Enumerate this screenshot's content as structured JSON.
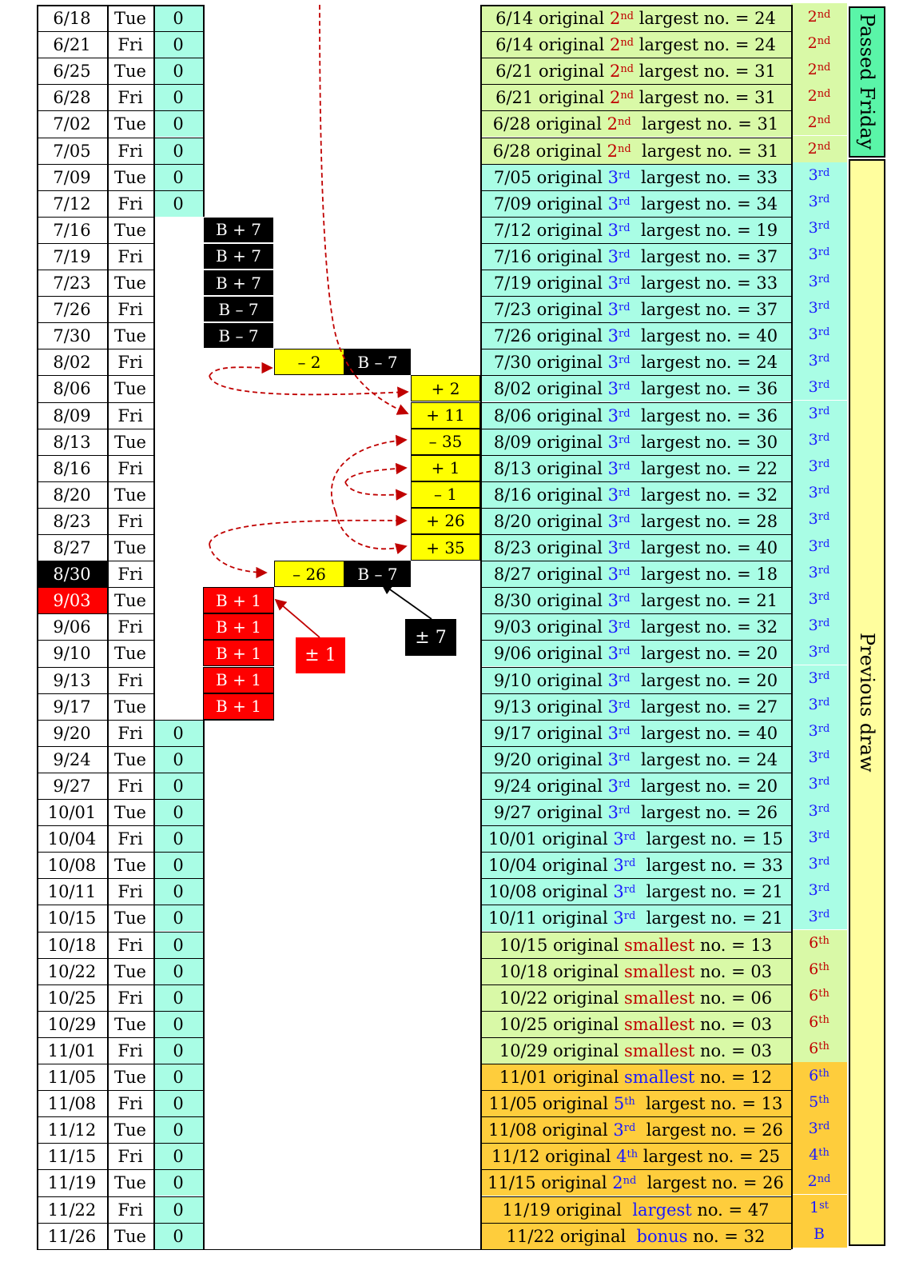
{
  "rows": [
    {
      "date": "6/18",
      "day": "Tue",
      "zero": "0",
      "desc": {
        "pre": "6/14 original ",
        "ord": "2",
        "sup": "nd",
        "mid": " largest no. = ",
        "num": "24"
      },
      "rank": "2",
      "rsup": "nd"
    },
    {
      "date": "6/21",
      "day": "Fri",
      "zero": "0",
      "desc": {
        "pre": "6/14 original ",
        "ord": "2",
        "sup": "nd",
        "mid": " largest no. = ",
        "num": "24"
      },
      "rank": "2",
      "rsup": "nd"
    },
    {
      "date": "6/25",
      "day": "Tue",
      "zero": "0",
      "desc": {
        "pre": "6/21 original ",
        "ord": "2",
        "sup": "nd",
        "mid": " largest no. = ",
        "num": "31"
      },
      "rank": "2",
      "rsup": "nd"
    },
    {
      "date": "6/28",
      "day": "Fri",
      "zero": "0",
      "desc": {
        "pre": "6/21 original ",
        "ord": "2",
        "sup": "nd",
        "mid": " largest no. = ",
        "num": "31"
      },
      "rank": "2",
      "rsup": "nd"
    },
    {
      "date": "7/02",
      "day": "Tue",
      "zero": "0",
      "desc": {
        "pre": "6/28 original ",
        "ord": "2",
        "sup": "nd",
        "mid": "  largest no. = ",
        "num": "31"
      },
      "rank": "2",
      "rsup": "nd"
    },
    {
      "date": "7/05",
      "day": "Fri",
      "zero": "0",
      "desc": {
        "pre": "6/28 original ",
        "ord": "2",
        "sup": "nd",
        "mid": "  largest no. = ",
        "num": "31"
      },
      "rank": "2",
      "rsup": "nd"
    },
    {
      "date": "7/09",
      "day": "Tue",
      "zero": "0",
      "desc": {
        "pre": "7/05 original ",
        "ord": "3",
        "sup": "rd",
        "mid": "  largest no. = ",
        "num": "33"
      },
      "rank": "3",
      "rsup": "rd"
    },
    {
      "date": "7/12",
      "day": "Fri",
      "zero": "0",
      "desc": {
        "pre": "7/09 original ",
        "ord": "3",
        "sup": "rd",
        "mid": "  largest no. = ",
        "num": "34"
      },
      "rank": "3",
      "rsup": "rd"
    },
    {
      "date": "7/16",
      "day": "Tue",
      "zero": "",
      "desc": {
        "pre": "7/12 original ",
        "ord": "3",
        "sup": "rd",
        "mid": "  largest no. = ",
        "num": "19"
      },
      "rank": "3",
      "rsup": "rd"
    },
    {
      "date": "7/19",
      "day": "Fri",
      "zero": "",
      "desc": {
        "pre": "7/16 original ",
        "ord": "3",
        "sup": "rd",
        "mid": "  largest no. = ",
        "num": "37"
      },
      "rank": "3",
      "rsup": "rd"
    },
    {
      "date": "7/23",
      "day": "Tue",
      "zero": "",
      "desc": {
        "pre": "7/19 original ",
        "ord": "3",
        "sup": "rd",
        "mid": "  largest no. = ",
        "num": "33"
      },
      "rank": "3",
      "rsup": "rd"
    },
    {
      "date": "7/26",
      "day": "Fri",
      "zero": "",
      "desc": {
        "pre": "7/23 original ",
        "ord": "3",
        "sup": "rd",
        "mid": "  largest no. = ",
        "num": "37"
      },
      "rank": "3",
      "rsup": "rd"
    },
    {
      "date": "7/30",
      "day": "Tue",
      "zero": "",
      "desc": {
        "pre": "7/26 original ",
        "ord": "3",
        "sup": "rd",
        "mid": "  largest no. = ",
        "num": "40"
      },
      "rank": "3",
      "rsup": "rd"
    },
    {
      "date": "8/02",
      "day": "Fri",
      "zero": "",
      "desc": {
        "pre": "7/30 original ",
        "ord": "3",
        "sup": "rd",
        "mid": "  largest no. = ",
        "num": "24"
      },
      "rank": "3",
      "rsup": "rd"
    },
    {
      "date": "8/06",
      "day": "Tue",
      "zero": "",
      "desc": {
        "pre": "8/02 original ",
        "ord": "3",
        "sup": "rd",
        "mid": "  largest no. = ",
        "num": "36"
      },
      "rank": "3",
      "rsup": "rd"
    },
    {
      "date": "8/09",
      "day": "Fri",
      "zero": "",
      "desc": {
        "pre": "8/06 original ",
        "ord": "3",
        "sup": "rd",
        "mid": "  largest no. = ",
        "num": "36"
      },
      "rank": "3",
      "rsup": "rd"
    },
    {
      "date": "8/13",
      "day": "Tue",
      "zero": "",
      "desc": {
        "pre": "8/09 original ",
        "ord": "3",
        "sup": "rd",
        "mid": "  largest no. = ",
        "num": "30"
      },
      "rank": "3",
      "rsup": "rd"
    },
    {
      "date": "8/16",
      "day": "Fri",
      "zero": "",
      "desc": {
        "pre": "8/13 original ",
        "ord": "3",
        "sup": "rd",
        "mid": "  largest no. = ",
        "num": "22"
      },
      "rank": "3",
      "rsup": "rd"
    },
    {
      "date": "8/20",
      "day": "Tue",
      "zero": "",
      "desc": {
        "pre": "8/16 original ",
        "ord": "3",
        "sup": "rd",
        "mid": "  largest no. = ",
        "num": "32"
      },
      "rank": "3",
      "rsup": "rd"
    },
    {
      "date": "8/23",
      "day": "Fri",
      "zero": "",
      "desc": {
        "pre": "8/20 original ",
        "ord": "3",
        "sup": "rd",
        "mid": "  largest no. = ",
        "num": "28"
      },
      "rank": "3",
      "rsup": "rd"
    },
    {
      "date": "8/27",
      "day": "Tue",
      "zero": "",
      "desc": {
        "pre": "8/23 original ",
        "ord": "3",
        "sup": "rd",
        "mid": "  largest no. = ",
        "num": "40"
      },
      "rank": "3",
      "rsup": "rd"
    },
    {
      "date": "8/30",
      "day": "Fri",
      "zero": "",
      "desc": {
        "pre": "8/27 original ",
        "ord": "3",
        "sup": "rd",
        "mid": "  largest no. = ",
        "num": "18"
      },
      "rank": "3",
      "rsup": "rd"
    },
    {
      "date": "9/03",
      "day": "Tue",
      "zero": "",
      "desc": {
        "pre": "8/30 original ",
        "ord": "3",
        "sup": "rd",
        "mid": "  largest no. = ",
        "num": "21"
      },
      "rank": "3",
      "rsup": "rd"
    },
    {
      "date": "9/06",
      "day": "Fri",
      "zero": "",
      "desc": {
        "pre": "9/03 original ",
        "ord": "3",
        "sup": "rd",
        "mid": "  largest no. = ",
        "num": "32"
      },
      "rank": "3",
      "rsup": "rd"
    },
    {
      "date": "9/10",
      "day": "Tue",
      "zero": "",
      "desc": {
        "pre": "9/06 original ",
        "ord": "3",
        "sup": "rd",
        "mid": "  largest no. = ",
        "num": "20"
      },
      "rank": "3",
      "rsup": "rd"
    },
    {
      "date": "9/13",
      "day": "Fri",
      "zero": "",
      "desc": {
        "pre": "9/10 original ",
        "ord": "3",
        "sup": "rd",
        "mid": "  largest no. = ",
        "num": "20"
      },
      "rank": "3",
      "rsup": "rd"
    },
    {
      "date": "9/17",
      "day": "Tue",
      "zero": "",
      "desc": {
        "pre": "9/13 original ",
        "ord": "3",
        "sup": "rd",
        "mid": "  largest no. = ",
        "num": "27"
      },
      "rank": "3",
      "rsup": "rd"
    },
    {
      "date": "9/20",
      "day": "Fri",
      "zero": "0",
      "desc": {
        "pre": "9/17 original ",
        "ord": "3",
        "sup": "rd",
        "mid": "  largest no. = ",
        "num": "40"
      },
      "rank": "3",
      "rsup": "rd"
    },
    {
      "date": "9/24",
      "day": "Tue",
      "zero": "0",
      "desc": {
        "pre": "9/20 original ",
        "ord": "3",
        "sup": "rd",
        "mid": "  largest no. = ",
        "num": "24"
      },
      "rank": "3",
      "rsup": "rd"
    },
    {
      "date": "9/27",
      "day": "Fri",
      "zero": "0",
      "desc": {
        "pre": "9/24 original ",
        "ord": "3",
        "sup": "rd",
        "mid": "  largest no. = ",
        "num": "20"
      },
      "rank": "3",
      "rsup": "rd"
    },
    {
      "date": "10/01",
      "day": "Tue",
      "zero": "0",
      "desc": {
        "pre": "9/27 original ",
        "ord": "3",
        "sup": "rd",
        "mid": "  largest no. = ",
        "num": "26"
      },
      "rank": "3",
      "rsup": "rd"
    },
    {
      "date": "10/04",
      "day": "Fri",
      "zero": "0",
      "desc": {
        "pre": "10/01 original ",
        "ord": "3",
        "sup": "rd",
        "mid": "  largest no. = ",
        "num": "15"
      },
      "rank": "3",
      "rsup": "rd"
    },
    {
      "date": "10/08",
      "day": "Tue",
      "zero": "0",
      "desc": {
        "pre": "10/04 original ",
        "ord": "3",
        "sup": "rd",
        "mid": "  largest no. = ",
        "num": "33"
      },
      "rank": "3",
      "rsup": "rd"
    },
    {
      "date": "10/11",
      "day": "Fri",
      "zero": "0",
      "desc": {
        "pre": "10/08 original ",
        "ord": "3",
        "sup": "rd",
        "mid": "  largest no. = ",
        "num": "21"
      },
      "rank": "3",
      "rsup": "rd"
    },
    {
      "date": "10/15",
      "day": "Tue",
      "zero": "0",
      "desc": {
        "pre": "10/11 original ",
        "ord": "3",
        "sup": "rd",
        "mid": "  largest no. = ",
        "num": "21"
      },
      "rank": "3",
      "rsup": "rd"
    },
    {
      "date": "10/18",
      "day": "Fri",
      "zero": "0",
      "desc": {
        "pre": "10/15 original ",
        "ord": "smallest",
        "sup": "",
        "mid": " no. = ",
        "num": "13"
      },
      "rank": "6",
      "rsup": "th"
    },
    {
      "date": "10/22",
      "day": "Tue",
      "zero": "0",
      "desc": {
        "pre": "10/18 original ",
        "ord": "smallest",
        "sup": "",
        "mid": " no. = ",
        "num": "03"
      },
      "rank": "6",
      "rsup": "th"
    },
    {
      "date": "10/25",
      "day": "Fri",
      "zero": "0",
      "desc": {
        "pre": "10/22 original ",
        "ord": "smallest",
        "sup": "",
        "mid": " no. = ",
        "num": "06"
      },
      "rank": "6",
      "rsup": "th"
    },
    {
      "date": "10/29",
      "day": "Tue",
      "zero": "0",
      "desc": {
        "pre": "10/25 original ",
        "ord": "smallest",
        "sup": "",
        "mid": " no. = ",
        "num": "03"
      },
      "rank": "6",
      "rsup": "th"
    },
    {
      "date": "11/01",
      "day": "Fri",
      "zero": "0",
      "desc": {
        "pre": "10/29 original ",
        "ord": "smallest",
        "sup": "",
        "mid": " no. = ",
        "num": "03"
      },
      "rank": "6",
      "rsup": "th"
    },
    {
      "date": "11/05",
      "day": "Tue",
      "zero": "0",
      "desc": {
        "pre": "11/01 original ",
        "ord": "smallest",
        "sup": "",
        "mid": " no. = ",
        "num": "12"
      },
      "rank": "6",
      "rsup": "th"
    },
    {
      "date": "11/08",
      "day": "Fri",
      "zero": "0",
      "desc": {
        "pre": "11/05 original ",
        "ord": "5",
        "sup": "th",
        "mid": "  largest no. = ",
        "num": "13"
      },
      "rank": "5",
      "rsup": "th"
    },
    {
      "date": "11/12",
      "day": "Tue",
      "zero": "0",
      "desc": {
        "pre": "11/08 original ",
        "ord": "3",
        "sup": "rd",
        "mid": "  largest no. = ",
        "num": "26"
      },
      "rank": "3",
      "rsup": "rd"
    },
    {
      "date": "11/15",
      "day": "Fri",
      "zero": "0",
      "desc": {
        "pre": "11/12 original ",
        "ord": "4",
        "sup": "th",
        "mid": " largest no. = ",
        "num": "25"
      },
      "rank": "4",
      "rsup": "th"
    },
    {
      "date": "11/19",
      "day": "Tue",
      "zero": "0",
      "desc": {
        "pre": "11/15 original ",
        "ord": "2",
        "sup": "nd",
        "mid": "  largest no. = ",
        "num": "26"
      },
      "rank": "2",
      "rsup": "nd"
    },
    {
      "date": "11/22",
      "day": "Fri",
      "zero": "0",
      "desc": {
        "pre": "11/19 original  ",
        "ord": "largest",
        "sup": "",
        "mid": " no. = ",
        "num": "47"
      },
      "rank": "1",
      "rsup": "st"
    },
    {
      "date": "11/26",
      "day": "Tue",
      "zero": "0",
      "desc": {
        "pre": "11/22 original  ",
        "ord": "bonus",
        "sup": "",
        "mid": " no. = ",
        "num": "32"
      },
      "rank": "B",
      "rsup": ""
    }
  ],
  "black_marks": [
    "B + 7",
    "B + 7",
    "B + 7",
    "B – 7",
    "B – 7"
  ],
  "red_marks": [
    "B + 1",
    "B + 1",
    "B + 1",
    "B + 1",
    "B + 1"
  ],
  "yellow_marks": [
    "+ 2",
    "+ 11",
    "– 35",
    "+ 1",
    "– 1",
    "+ 26",
    "+ 35"
  ],
  "pair_top": {
    "left": "– 2",
    "right": "B – 7"
  },
  "pair_bottom": {
    "left": "– 26",
    "right": "B – 7"
  },
  "red_callout": "± 1",
  "black_callout": "± 7",
  "labels": {
    "passed_friday": "Passed Friday",
    "previous_draw": "Previous draw"
  },
  "colors": {
    "teal": "#a9fde5",
    "lime": "#d9f9a7",
    "orange": "#fecd3c",
    "yellow": "#fffe9e",
    "green_label": "#5af5a8",
    "mark_yellow": "#ffff00",
    "mark_red": "#fe0000",
    "arrow_red": "#c00000",
    "ord_red": "#c00000",
    "ord_blue": "#1a1aff"
  }
}
